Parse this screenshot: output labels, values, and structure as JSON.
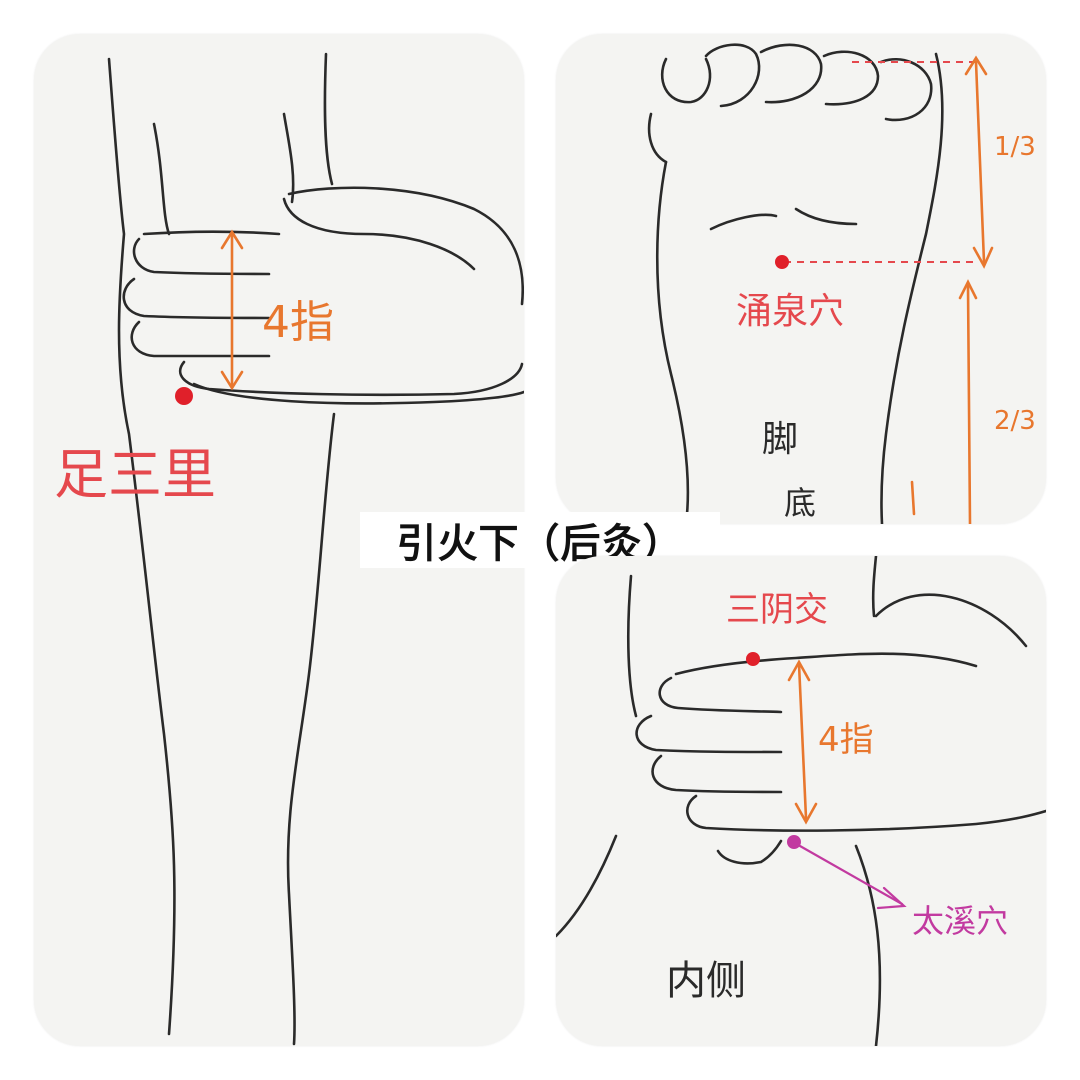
{
  "title": "引火下（后灸）",
  "colors": {
    "ink": "#2a2a2a",
    "point_red": "#e0202a",
    "measure_orange": "#e8772e",
    "label_red": "#e5484d",
    "label_magenta": "#c23aa0",
    "panel_bg": "#f4f4f2"
  },
  "panels": {
    "leg": {
      "point_label": "足三里",
      "measure_label": "4指"
    },
    "sole": {
      "point_label": "涌泉穴",
      "fraction_top": "1/3",
      "fraction_bottom": "2/3",
      "region_label_1": "脚",
      "region_label_2": "底"
    },
    "ankle": {
      "point_label_1": "三阴交",
      "measure_label": "4指",
      "point_label_2": "太溪穴",
      "side_label": "内侧"
    }
  }
}
